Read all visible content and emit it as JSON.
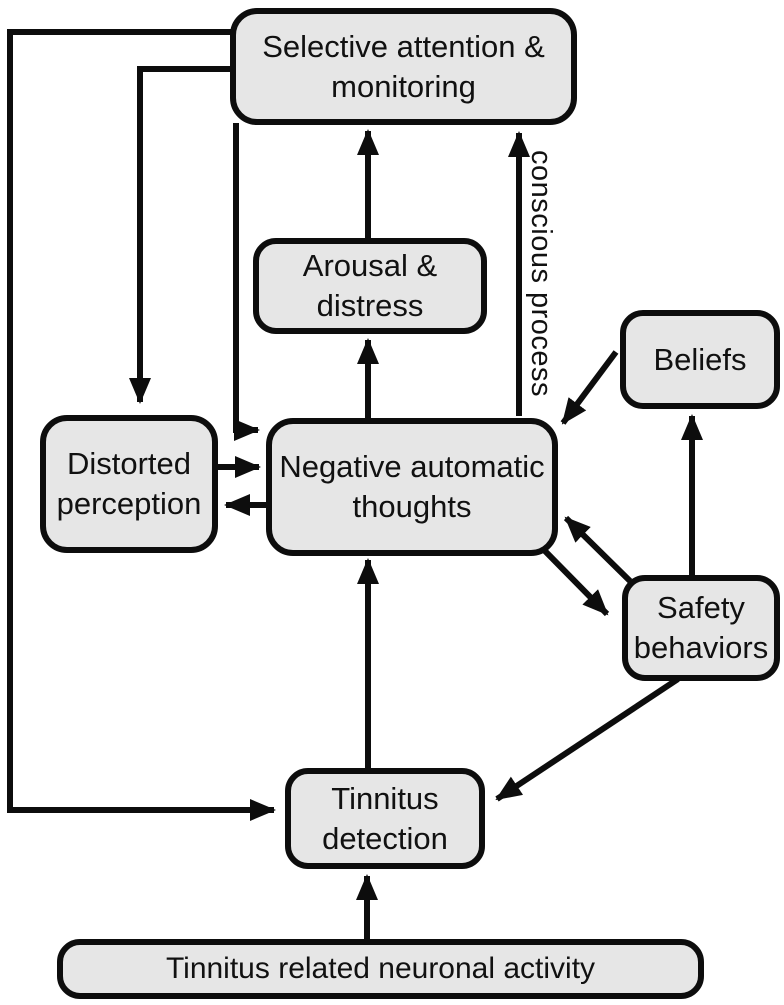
{
  "diagram": {
    "title_hidden": "Cognitive model of tinnitus flowchart",
    "colors": {
      "background": "#ffffff",
      "node_fill": "#e6e6e6",
      "node_border": "#0d0d0d",
      "arrow": "#0d0d0d",
      "text": "#111111"
    },
    "nodes": {
      "selective_attention": {
        "label": "Selective attention &\nmonitoring"
      },
      "arousal_distress": {
        "label": "Arousal &\ndistress"
      },
      "beliefs": {
        "label": "Beliefs"
      },
      "distorted_perception": {
        "label": "Distorted\nperception"
      },
      "negative_automatic_thoughts": {
        "label": "Negative automatic\nthoughts"
      },
      "safety_behaviors": {
        "label": "Safety\nbehaviors"
      },
      "tinnitus_detection": {
        "label": "Tinnitus\ndetection"
      },
      "neuronal_activity": {
        "label": "Tinnitus related neuronal activity"
      }
    },
    "edge_labels": {
      "conscious_process": "conscious process"
    },
    "edges": [
      {
        "from": "selective_attention",
        "to": "tinnitus_detection",
        "route": "left-outer-loop"
      },
      {
        "from": "selective_attention",
        "to": "distorted_perception",
        "route": "elbow-down"
      },
      {
        "from": "selective_attention",
        "to": "negative_automatic_thoughts",
        "route": "elbow-down-right"
      },
      {
        "from": "arousal_distress",
        "to": "selective_attention",
        "route": "straight-up"
      },
      {
        "from": "negative_automatic_thoughts",
        "to": "arousal_distress",
        "route": "straight-up"
      },
      {
        "from": "negative_automatic_thoughts",
        "to": "selective_attention",
        "route": "straight-up",
        "label": "conscious process"
      },
      {
        "from": "beliefs",
        "to": "negative_automatic_thoughts",
        "route": "diagonal-down-left"
      },
      {
        "from": "distorted_perception",
        "to": "negative_automatic_thoughts",
        "route": "straight-right"
      },
      {
        "from": "negative_automatic_thoughts",
        "to": "distorted_perception",
        "route": "straight-left"
      },
      {
        "from": "tinnitus_detection",
        "to": "negative_automatic_thoughts",
        "route": "straight-up"
      },
      {
        "from": "negative_automatic_thoughts",
        "to": "safety_behaviors",
        "route": "diagonal-down-right"
      },
      {
        "from": "safety_behaviors",
        "to": "negative_automatic_thoughts",
        "route": "diagonal-up-left"
      },
      {
        "from": "safety_behaviors",
        "to": "beliefs",
        "route": "straight-up"
      },
      {
        "from": "safety_behaviors",
        "to": "tinnitus_detection",
        "route": "diagonal-down-left"
      },
      {
        "from": "neuronal_activity",
        "to": "tinnitus_detection",
        "route": "straight-up"
      }
    ]
  }
}
